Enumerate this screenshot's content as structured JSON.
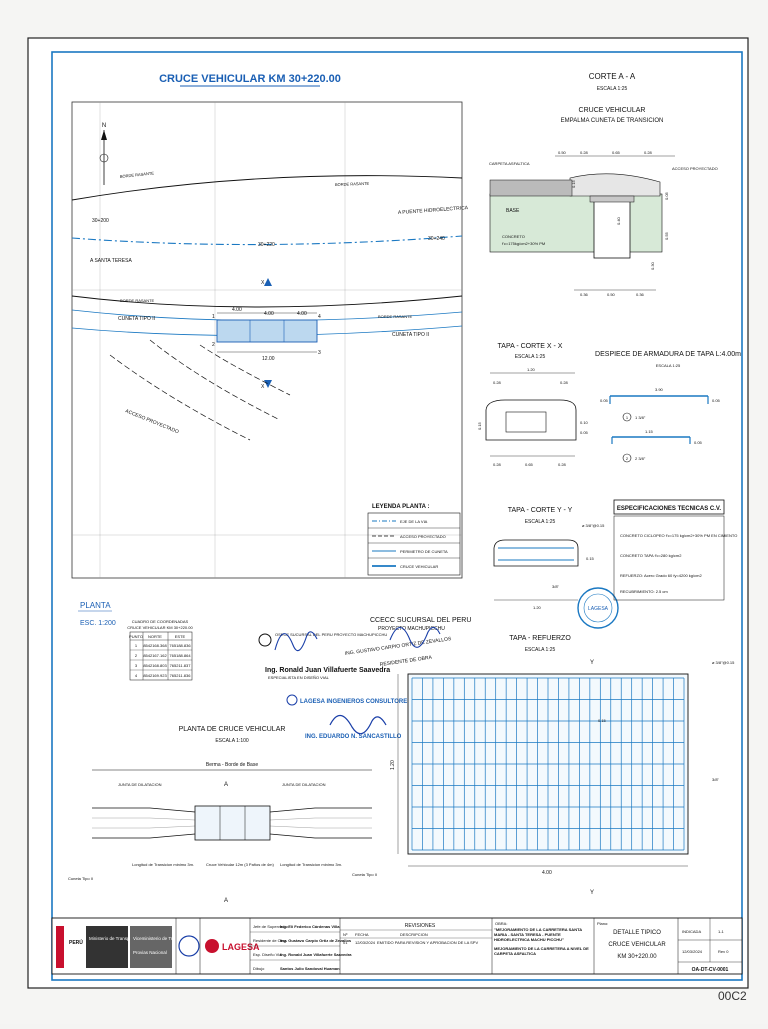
{
  "sheet": {
    "main_title": "CRUCE VEHICULAR KM 30+220.00",
    "page_number": "00C2"
  },
  "plan": {
    "north": "N",
    "road_labels": [
      "BORDE RASANTE",
      "BORDE RASANTE",
      "BORDE RASANTE",
      "BORDE RASANTE"
    ],
    "station_left": "30+200",
    "station_mid": "30+220",
    "station_right": "30+240",
    "dir_right": "A PUENTE HIDROELECTRICA",
    "dir_left": "A SANTA TERESA",
    "cuneta_left": "CUNETA TIPO II",
    "cuneta_right": "CUNETA TIPO II",
    "access": "ACCESO PROYECTADO",
    "dim_a": "4.00",
    "dim_b": "4.00",
    "dim_c": "4.00",
    "dim_total": "12.00",
    "pts": [
      "1",
      "2",
      "3",
      "4"
    ],
    "section_x": "X",
    "view_title": "PLANTA",
    "view_scale": "ESC. 1:200"
  },
  "legend": {
    "title": "LEYENDA PLANTA :",
    "items": [
      "EJE DE LA VIA",
      "ACCESO PROYECTADO",
      "PERIMETRO DE CUNETA",
      "CRUCE VEHICULAR"
    ]
  },
  "coords": {
    "title": "CUADRO DE COORDENADAS",
    "subtitle": "CRUCE VEHICULAR KM 30+220.00",
    "headers": [
      "PUNTO",
      "NORTE",
      "ESTE"
    ],
    "rows": [
      [
        "1",
        "8542168.368",
        "765188.836"
      ],
      [
        "2",
        "8542167.162",
        "765188.864"
      ],
      [
        "3",
        "8542168.803",
        "765211.837"
      ],
      [
        "4",
        "8542169.923",
        "765211.836"
      ]
    ]
  },
  "corte_aa": {
    "title": "CORTE A - A",
    "scale": "ESCALA 1:25",
    "sub1": "CRUCE VEHICULAR",
    "sub2": "EMPALMA CUNETA DE TRANSICION",
    "asphalt": "CARPETA ASFALTICA",
    "access": "ACCESO PROYECTADO",
    "base": "BASE",
    "concrete": "CONCRETO",
    "concrete_spec": "f'c=175kg/cm2+30% PM",
    "dims_top": [
      "0.50",
      "0.28",
      "0.65",
      "0.28"
    ],
    "dims_bottom": [
      "0.36",
      "0.50",
      "0.36"
    ],
    "dims_side": [
      "0.15",
      "0.40",
      "0.55",
      "0.30",
      "0.05"
    ]
  },
  "tapa_xx": {
    "title": "TAPA - CORTE X - X",
    "scale": "ESCALA 1:25",
    "dims_top": [
      "1.20",
      "0.28",
      "0.28"
    ],
    "dims_bottom": [
      "0.28",
      "0.65",
      "0.28"
    ],
    "dims_side": [
      "0.15",
      "0.10",
      "0.05"
    ]
  },
  "despiece": {
    "title": "DESPIECE DE ARMADURA DE TAPA L:4.00m",
    "scale": "ESCALA 1:25",
    "bar1_len": "3.90",
    "bar1_end": "0.05",
    "bar1_label": "1 3/8\"",
    "bar1_num": "1",
    "bar2_len": "1.15",
    "bar2_end": "0.05",
    "bar2_label": "2 3/8\"",
    "bar2_num": "2"
  },
  "tapa_yy": {
    "title": "TAPA - CORTE Y - Y",
    "scale": "ESCALA 1:25",
    "bar_a": "ø 3/8\"@0.15",
    "bar_b": "3/8\"",
    "dim": "1.20",
    "side": "0.15"
  },
  "specs": {
    "title": "ESPECIFICACIONES TECNICAS C.V.",
    "lines": [
      "CONCRETO CICLOPEO f'c=175 kg/cm2+30% PM EN CIMIENTO",
      "CONCRETO TAPA f'c=280 kg/cm2",
      "REFUERZO: Acero Grado 60 fy=4200 kg/cm2",
      "RECUBRIMIENTO: 2.5 cm"
    ]
  },
  "refuerzo": {
    "title": "TAPA - REFUERZO",
    "scale": "ESCALA 1:25",
    "bar_top": "ø 3/8\"@0.15",
    "bar_right": "3/8\"",
    "dim_w": "4.00",
    "dim_h": "1.20",
    "dim_in": "0.15"
  },
  "planta_cv": {
    "title": "PLANTA DE CRUCE VEHICULAR",
    "scale": "ESCALA 1:100",
    "top_label": "Berma - Borde de Base",
    "joint_left": "JUNTA DE DILATACION",
    "joint_right": "JUNTA DE DILATACION",
    "cuneta_left": "Cuneta Tipo II",
    "cuneta_right": "Cuneta Tipo II",
    "trans_left": "Longitud de Transicion minimo 3m.",
    "middle": "Cruce Vehicular 12m (3 Paños de 4m)",
    "trans_right": "Longitud de Transicion minimo 3m.",
    "section_a": "A"
  },
  "stamps": {
    "s1_line1": "OSECE SUCURSAL DEL PERU PROYECTO MACHUPICCHU",
    "s1_line2": "Ing. Ronald Juan Villafuerte Saavedra",
    "s1_line3": "ESPECIALISTA EN DISEÑO VIAL",
    "s2_line1": "CCECC SUCURSAL DEL PERU",
    "s2_line2": "PROYECTO MACHUPICCHU",
    "s2_line3": "ING. GUSTAVO CARPIO ORTIZ DE ZEVALLOS",
    "s2_line4": "RESIDENTE DE OBRA",
    "s3_line1": "LAGESA INGENIEROS CONSULTORES S.A.",
    "s3_line2": "ING. EDUARDO N. SANCASTILLO",
    "seal": "LAGESA"
  },
  "title_block": {
    "ministry1": "PERÚ",
    "ministry2": "Ministerio de Transportes y Comunicaciones",
    "ministry3": "Viceministerio de Transportes",
    "ministry4": "Provias Nacional",
    "contractor": "LAGESA",
    "roles": [
      "Jefe de Supervisión",
      "Residente de Obra",
      "Esp. Diseño Vial",
      "Dibujo"
    ],
    "names": [
      "Ing. Eli Federico Cárdenas Villa",
      "Ing. Gustavo Carpio Ortiz de Zevallos",
      "Ing. Ronald Juan Villafuerte Saavedra",
      "Santos Julio Sandoval Huaman"
    ],
    "revisions_title": "REVISIONES",
    "rev_headers": [
      "Nº",
      "FECHA",
      "DESCRIPCION"
    ],
    "rev_row": [
      "01",
      "12/03/2024",
      "EMITIDO PARA REVISION Y APROBACION DE LA SPV"
    ],
    "obra_label": "OBRA:",
    "obra_text1": "\"MEJORAMIENTO DE LA CARRETERA SANTA MARIA - SANTA TERESA - PUENTE HIDROELECTRICA MACHU PICCHU\"",
    "obra_text2": "MEJORAMIENTO DE LA CARRETERA A NIVEL DE CARPETA ASFALTICA",
    "plano_label": "Plano:",
    "plano1": "DETALLE TIPICO",
    "plano2": "CRUCE VEHICULAR",
    "plano3": "KM 30+220.00",
    "escala": "INDICADA",
    "fecha": "12/03/2024",
    "lamina": "1-1",
    "rev": "Rev 0",
    "code": "OA-DT-CV-0001"
  }
}
